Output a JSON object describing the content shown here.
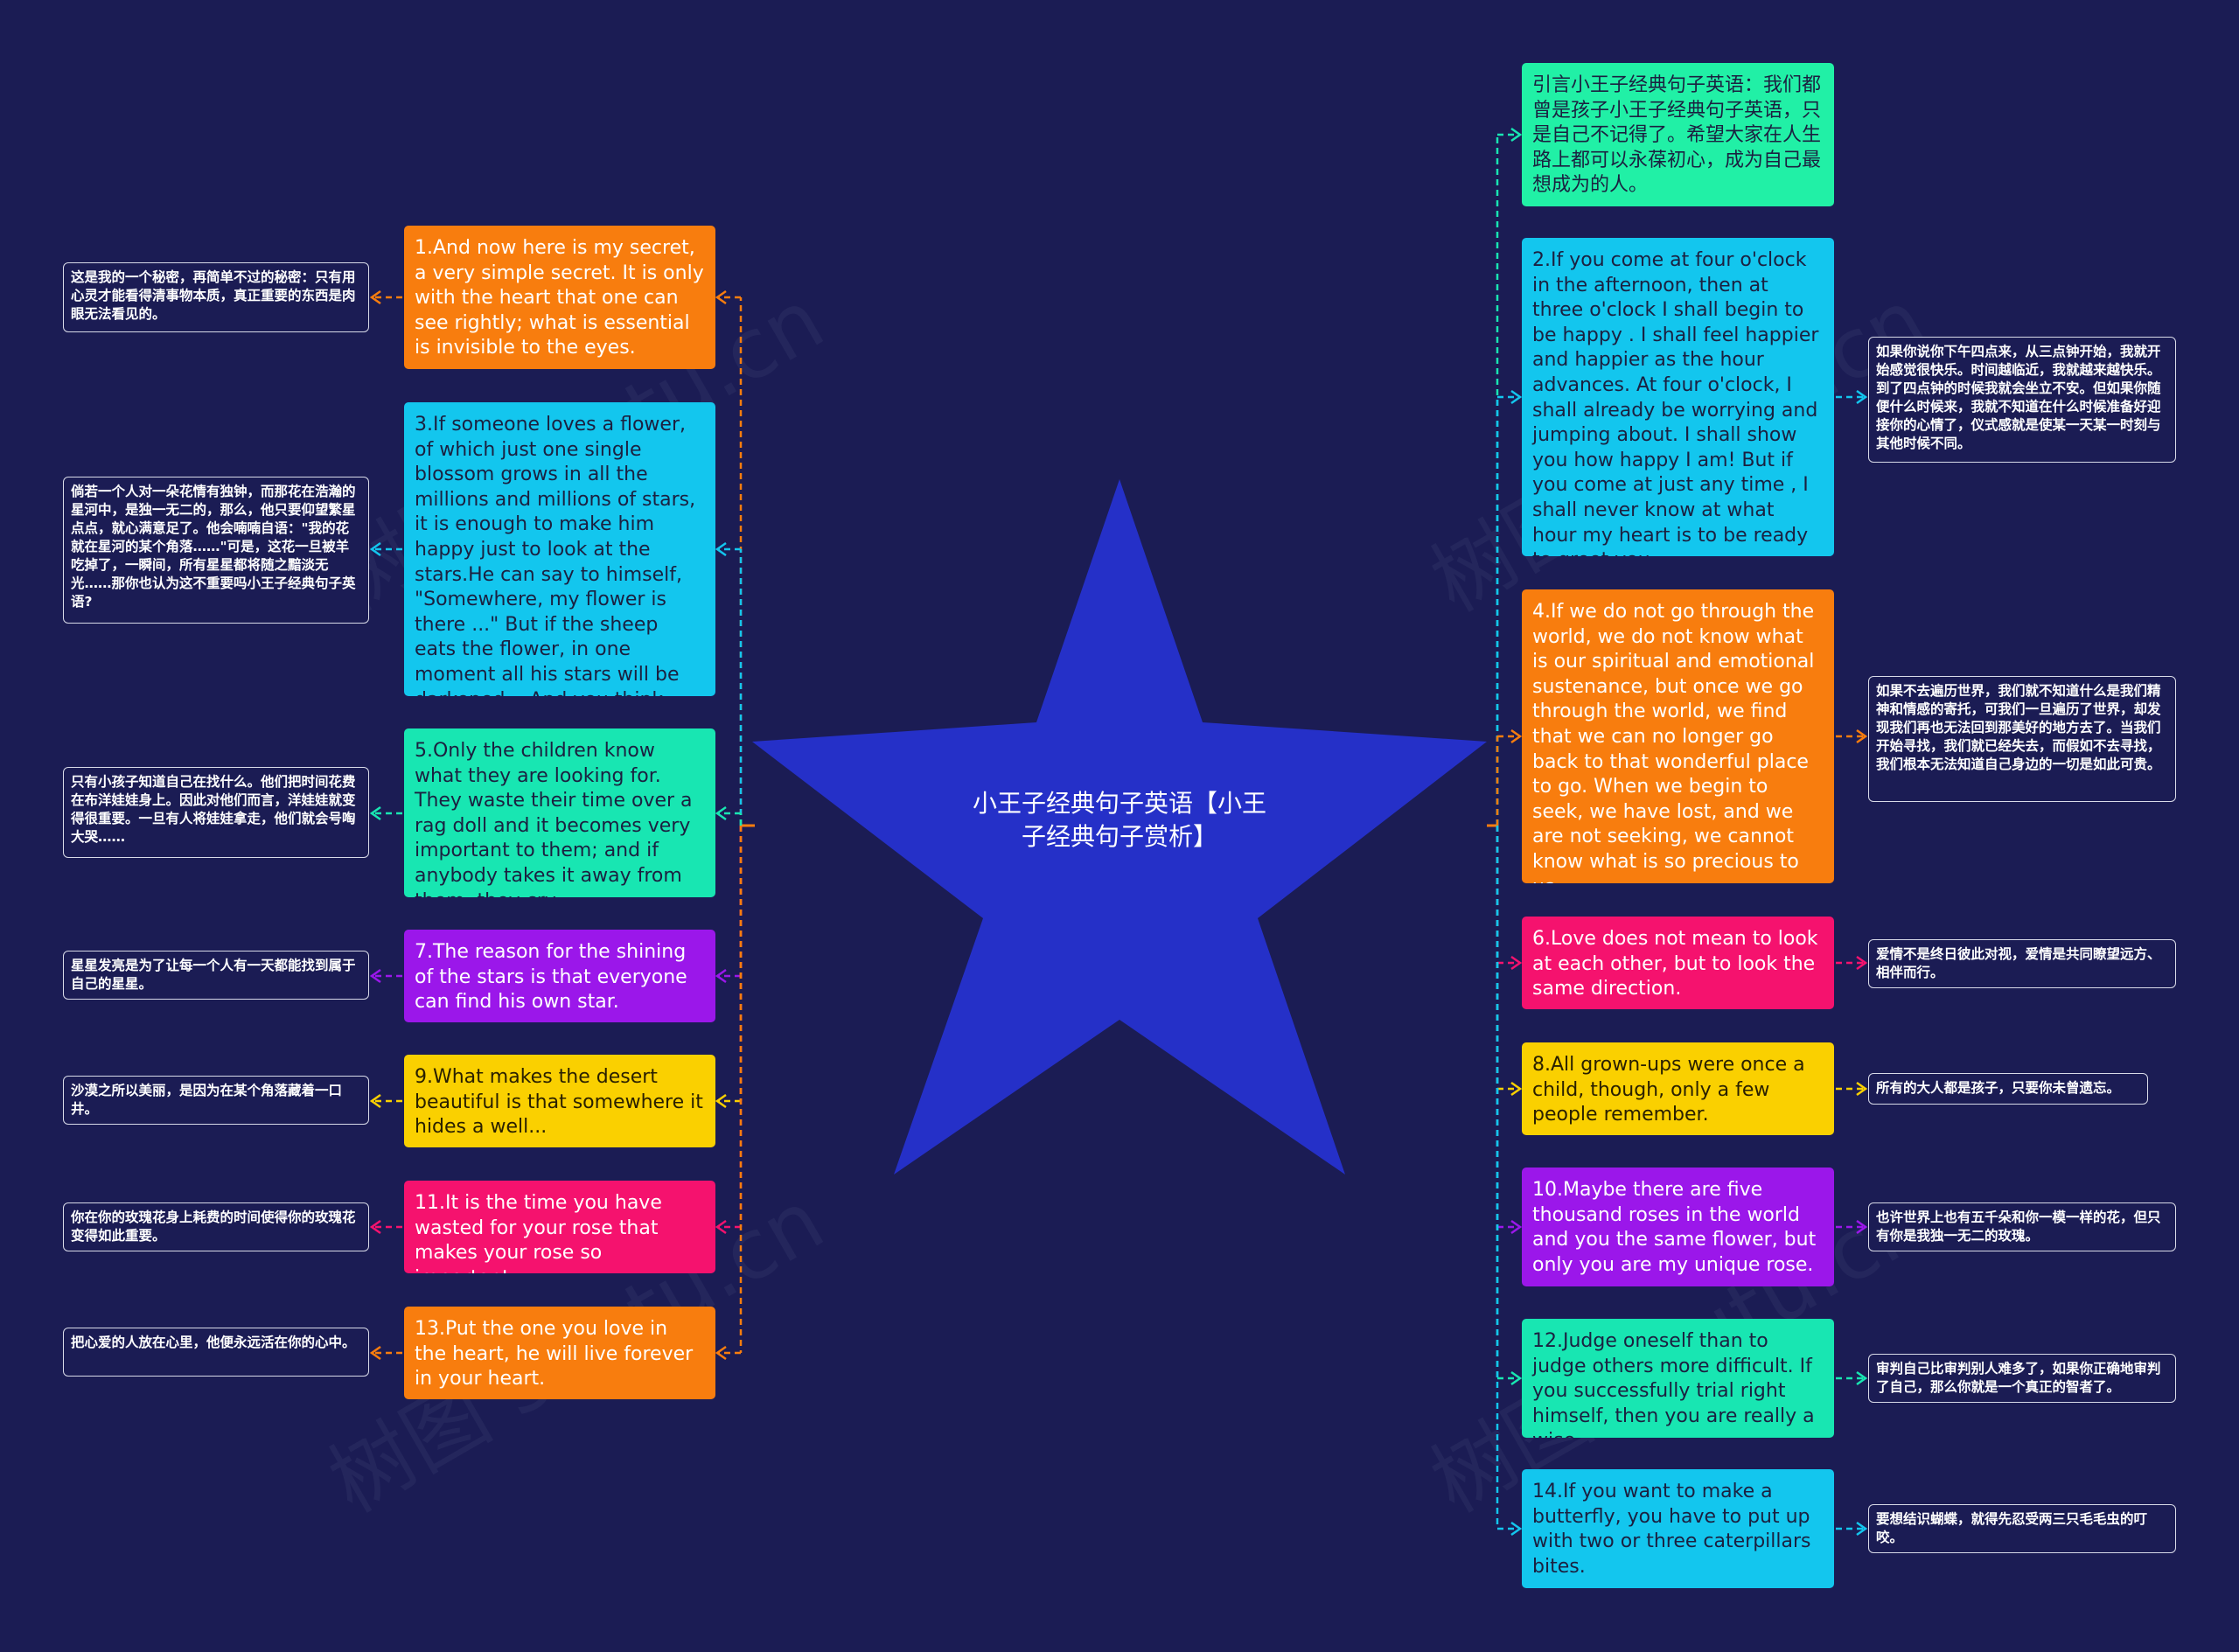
{
  "title": "小王子经典句子英语【小王子经典句子赏析】",
  "watermark": "树图 shutu.cn",
  "colors": {
    "background": "#1b1c54",
    "star": "#2530c8",
    "orange": "#f87d0e",
    "cyan": "#13c6ee",
    "teal": "#18e6b2",
    "purple": "#9b17ea",
    "yellow": "#fad000",
    "pink": "#f5126e"
  },
  "left": [
    {
      "text": "1.And now here is my secret, a very simple secret. It is only with the heart that one can see rightly; what is essential is invisible to the eyes.",
      "note": "这是我的一个秘密，再简单不过的秘密：只有用心灵才能看得清事物本质，真正重要的东西是肉眼无法看见的。"
    },
    {
      "text": "3.If someone loves a flower, of which just one single blossom grows in all the millions and millions of stars, it is enough to make him happy just to look at the stars.He can say to himself, \"Somewhere, my flower is there ...\" But if the sheep eats the flower, in one moment all his stars will be darkened... And you think that is not important!",
      "note": "倘若一个人对一朵花情有独钟，而那花在浩瀚的星河中，是独一无二的，那么，他只要仰望繁星点点，就心满意足了。他会喃喃自语：\"我的花就在星河的某个角落……\"可是，这花一旦被羊吃掉了，一瞬间，所有星星都将随之黯淡无光……那你也认为这不重要吗小王子经典句子英语?"
    },
    {
      "text": "5.Only the children know what they are looking for. They waste their time over a rag doll and it becomes very important to them; and if anybody takes it away from them, they cry...",
      "note": "只有小孩子知道自己在找什么。他们把时间花费在布洋娃娃身上。因此对他们而言，洋娃娃就变得很重要。一旦有人将娃娃拿走，他们就会号啕大哭……"
    },
    {
      "text": "7.The reason for the shining of the stars is that everyone can find his own star.",
      "note": "星星发亮是为了让每一个人有一天都能找到属于自己的星星。"
    },
    {
      "text": "9.What makes the desert beautiful is that somewhere it hides a well...",
      "note": "沙漠之所以美丽，是因为在某个角落藏着一口井。"
    },
    {
      "text": "11.It is the time you have wasted for your rose that makes your rose so important.",
      "note": "你在你的玫瑰花身上耗费的时间使得你的玫瑰花变得如此重要。"
    },
    {
      "text": "13.Put the one you love in the heart, he will live forever in your heart.",
      "note": "把心爱的人放在心里，他便永远活在你的心中。"
    }
  ],
  "right": [
    {
      "text": "引言小王子经典句子英语：我们都曾是孩子小王子经典句子英语，只是自己不记得了。希望大家在人生路上都可以永葆初心，成为自己最想成为的人。",
      "note": ""
    },
    {
      "text": "2.If you come at four o'clock in the afternoon, then at three o'clock I shall begin to be happy . I shall feel happier and happier as the hour advances. At four o'clock, I shall already be worrying and jumping about. I shall show you how happy I am! But if you come at just any time , I shall never know at what hour my heart is to be ready to greet you...",
      "note": "如果你说你下午四点来，从三点钟开始，我就开始感觉很快乐。时间越临近，我就越来越快乐。到了四点钟的时候我就会坐立不安。但如果你随便什么时候来，我就不知道在什么时候准备好迎接你的心情了，仪式感就是使某一天某一时刻与其他时候不同。"
    },
    {
      "text": "4.If we do not go through the world, we do not know what is our spiritual and emotional sustenance, but once we go through the world, we find that we can no longer go back to that wonderful place to go. When we begin to seek, we have lost, and we are not seeking, we cannot know what is so precious to us.",
      "note": "如果不去遍历世界，我们就不知道什么是我们精神和情感的寄托，可我们一旦遍历了世界，却发现我们再也无法回到那美好的地方去了。当我们开始寻找，我们就已经失去，而假如不去寻找，我们根本无法知道自己身边的一切是如此可贵。"
    },
    {
      "text": "6.Love does not mean to look at each other, but to look the same direction.",
      "note": "爱情不是终日彼此对视，爱情是共同瞭望远方、相伴而行。"
    },
    {
      "text": "8.All grown-ups were once a child, though, only a few people remember.",
      "note": "所有的大人都是孩子，只要你未曾遗忘。"
    },
    {
      "text": "10.Maybe there are five thousand roses in the world and you the same flower, but only you are my unique rose.",
      "note": "也许世界上也有五千朵和你一模一样的花，但只有你是我独一无二的玫瑰。"
    },
    {
      "text": "12.Judge oneself than to judge others more difficult. If you successfully trial right himself, then you are really a wise.",
      "note": "审判自己比审判别人难多了，如果你正确地审判了自己，那么你就是一个真正的智者了。"
    },
    {
      "text": "14.If you want to make a butterfly, you have to put up with two or three caterpillars bites.",
      "note": "要想结识蝴蝶，就得先忍受两三只毛毛虫的叮咬。"
    }
  ]
}
